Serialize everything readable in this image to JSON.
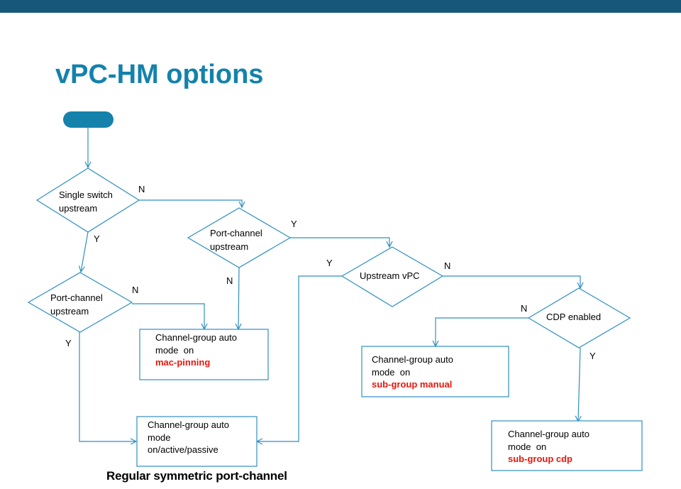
{
  "title": "vPC-HM options",
  "caption": "Regular symmetric port-channel",
  "colors": {
    "header_bar": "#17587a",
    "title": "#1482ab",
    "lines": "#2e8fc1",
    "highlight": "#e8160c"
  },
  "start": {
    "shape": "pill"
  },
  "decisions": {
    "d1": [
      "Single switch",
      "upstream"
    ],
    "d2": [
      "Port-channel",
      "upstream"
    ],
    "d3": [
      "Port-channel",
      "upstream"
    ],
    "d4": [
      "Upstream vPC"
    ],
    "d5": [
      "CDP enabled"
    ]
  },
  "boxes": {
    "b_mac": {
      "lines": [
        "Channel-group auto",
        "mode  on"
      ],
      "highlight": "mac-pinning"
    },
    "b_sym": {
      "lines": [
        "Channel-group auto",
        "mode",
        "on/active/passive"
      ],
      "highlight": ""
    },
    "b_manual": {
      "lines": [
        "Channel-group auto",
        "mode  on"
      ],
      "highlight": "sub-group manual"
    },
    "b_cdp": {
      "lines": [
        "Channel-group auto",
        "mode  on"
      ],
      "highlight": "sub-group cdp"
    }
  },
  "edge_labels": {
    "d1_n": "N",
    "d1_y": "Y",
    "d2_y": "Y",
    "d2_n": "N",
    "d3_n": "N",
    "d3_y": "Y",
    "d4_y": "Y",
    "d4_n": "N",
    "d5_n": "N",
    "d5_y": "Y"
  }
}
